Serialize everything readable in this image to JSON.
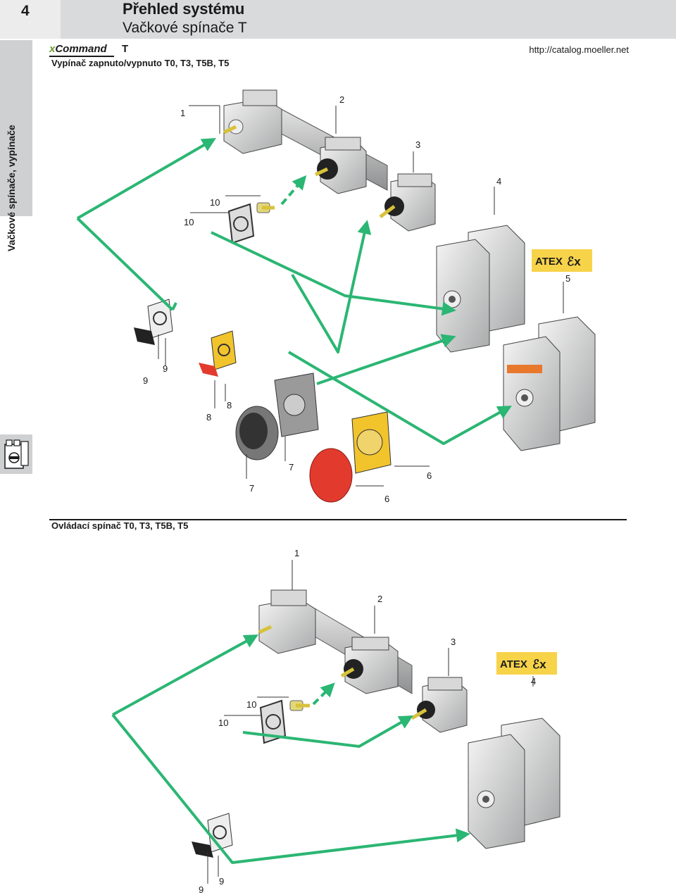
{
  "header": {
    "chapter": "4",
    "title": "Přehled systému",
    "subtitle": "Vačkové spínače T"
  },
  "sidebar": {
    "label": "Vačkové spínače, vypínače",
    "icon": "cam-switch-icon"
  },
  "brand": {
    "prefix": "x",
    "name": "Command",
    "product": "T"
  },
  "url": "http://catalog.moeller.net",
  "sections": [
    {
      "title": "Vypínač zapnuto/vypnuto T0, T3, T5B, T5",
      "callouts": [
        "1",
        "2",
        "3",
        "4",
        "5",
        "6",
        "6",
        "7",
        "7",
        "8",
        "8",
        "9",
        "9",
        "10",
        "10"
      ],
      "atex_label": "ATEX"
    },
    {
      "title": "Ovládací spínač T0, T3, T5B, T5",
      "callouts": [
        "1",
        "2",
        "3",
        "4",
        "9",
        "9",
        "10",
        "10"
      ],
      "atex_label": "ATEX"
    }
  ],
  "colors": {
    "arrow": "#2bb673",
    "header": "#d9dadb",
    "atex": "#f7d34a",
    "red_handle": "#e23b2e",
    "yellow_plate": "#f2c42c"
  }
}
